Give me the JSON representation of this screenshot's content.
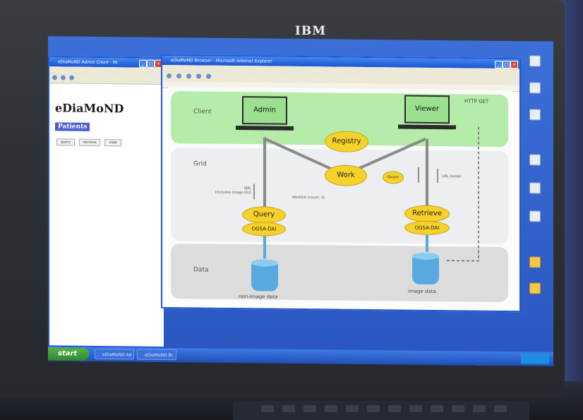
{
  "monitor": {
    "brand": "IBM"
  },
  "taskbar": {
    "start_label": "start",
    "tasks": [
      "eDiaMoND Ad",
      "eDiaMoND Br"
    ],
    "clock": ""
  },
  "left_window": {
    "title": "eDiaMoND Admin Client - Mi",
    "heading": "eDiaMoND",
    "section_label": "Patients",
    "tabs": [
      "query",
      "retrieve",
      "view"
    ]
  },
  "right_window": {
    "title": "eDiaMoND Browser - Microsoft Internet Explorer"
  },
  "diagram": {
    "bands": {
      "client": "Client",
      "grid": "Grid",
      "data": "Data"
    },
    "nodes": {
      "admin": "Admin",
      "viewer": "Viewer",
      "registry": "Registry",
      "work": "Work",
      "query": "Query",
      "retrieve": "Retrieve",
      "ogsa_query": "OGSA-DAI",
      "ogsa_retrieve": "OGSA-DAI",
      "small_node": "Dicom"
    },
    "labels": {
      "http_get": "HTTP GET",
      "xml_includes": "XML\n(includes image IDs)",
      "worklist": "Worklist (count: 3)",
      "url_holder": "URL Holder",
      "non_image": "non-image data",
      "image_data": "image data"
    }
  },
  "colors": {
    "client_band": "#b5ecaa",
    "grid_band": "#eceef2",
    "data_band": "#dcdcdc",
    "ellipse": "#f5d12a",
    "cylinder": "#5aa9de"
  }
}
